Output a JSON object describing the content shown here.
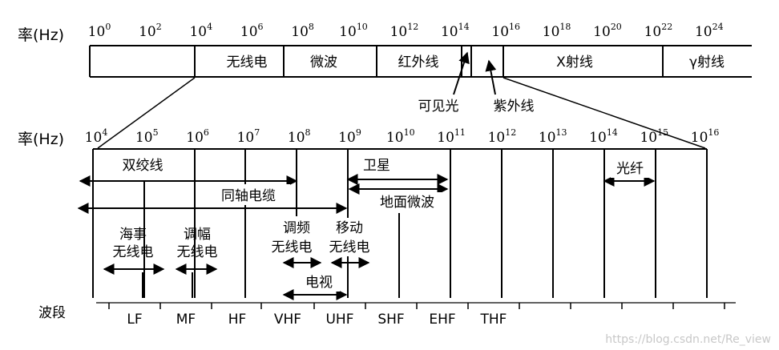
{
  "top_scale": {
    "axis_label": "率(Hz)",
    "exponents": [
      "0",
      "2",
      "4",
      "6",
      "8",
      "10",
      "12",
      "14",
      "16",
      "18",
      "20",
      "22",
      "24"
    ],
    "bands": [
      "无线电",
      "微波",
      "红外线",
      "X射线",
      "γ射线"
    ],
    "callouts": [
      "可见光",
      "紫外线"
    ]
  },
  "bottom_scale": {
    "axis_label": "率(Hz)",
    "exponents": [
      "4",
      "5",
      "6",
      "7",
      "8",
      "9",
      "10",
      "11",
      "12",
      "13",
      "14",
      "15",
      "16"
    ],
    "media": {
      "twisted_pair": "双绞线",
      "coax": "同轴电缆",
      "satellite": "卫星",
      "terrestrial_microwave": "地面微波",
      "fiber": "光纤",
      "maritime_line1": "海事",
      "maritime_line2": "无线电",
      "am_line1": "调幅",
      "am_line2": "无线电",
      "fm_line1": "调频",
      "fm_line2": "无线电",
      "mobile_line1": "移动",
      "mobile_line2": "无线电",
      "tv": "电视"
    }
  },
  "band_row": {
    "label": "波段",
    "names": [
      "LF",
      "MF",
      "HF",
      "VHF",
      "UHF",
      "SHF",
      "EHF",
      "THF"
    ]
  },
  "watermark": "https://blog.csdn.net/Re_view"
}
